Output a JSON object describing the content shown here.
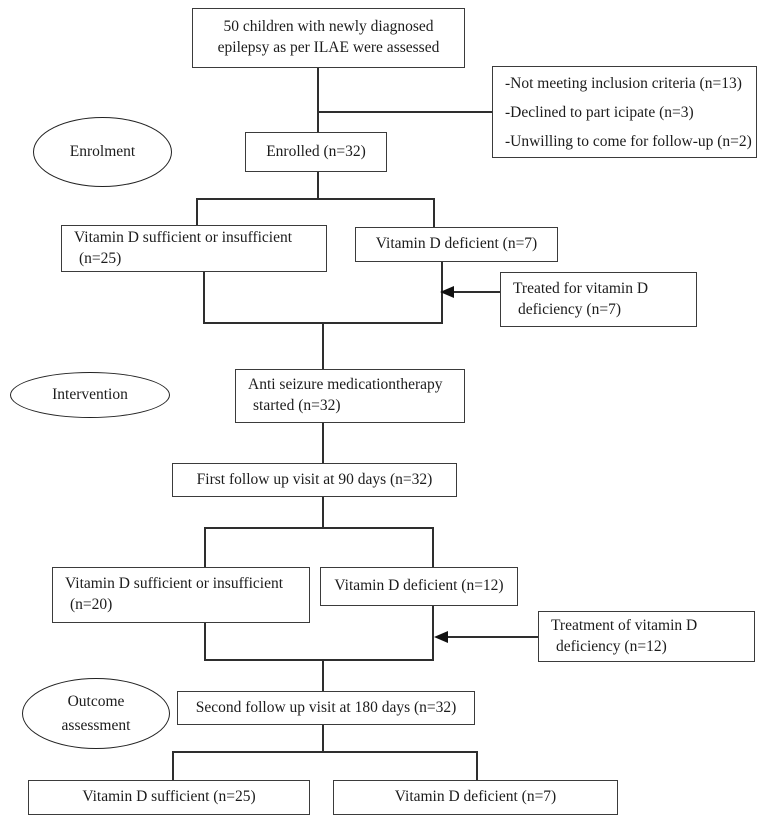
{
  "diagram": {
    "type": "study-flow-diagram",
    "colors": {
      "border": "#3b3b3b",
      "line": "#2e2e2e",
      "background": "#ffffff",
      "text": "#1c1c1c"
    },
    "nodes": {
      "assessed_box": {
        "line1": "50 children with newly diagnosed",
        "line2": "epilepsy as per ILAE were assessed"
      },
      "exclusion_box": {
        "line1": "-Not meeting inclusion criteria (n=13)",
        "line2": "-Declined to part icipate (n=3)",
        "line3": "-Unwilling to come for follow-up (n=2)"
      },
      "enrolment_ellipse": {
        "label": "Enrolment"
      },
      "enrolled_box": {
        "label": "Enrolled (n=32)"
      },
      "row1_left_box": {
        "line1": "Vitamin D sufficient or insufficient",
        "line2": "(n=25)"
      },
      "row1_right_box": {
        "label": "Vitamin D deficient (n=7)"
      },
      "treated_box": {
        "line1": "Treated for vitamin D",
        "line2": "deficiency (n=7)"
      },
      "intervention_ellipse": {
        "label": "Intervention"
      },
      "antiseizure_box": {
        "line1": "Anti seizure medicationtherapy",
        "line2": "started (n=32)"
      },
      "followup1_box": {
        "label": "First follow up visit at 90 days (n=32)"
      },
      "row2_left_box": {
        "line1": "Vitamin D sufficient or insufficient",
        "line2": "(n=20)"
      },
      "row2_right_box": {
        "label": "Vitamin D deficient (n=12)"
      },
      "treatment2_box": {
        "line1": "Treatment of vitamin D",
        "line2": "deficiency (n=12)"
      },
      "outcome_ellipse": {
        "line1": "Outcome",
        "line2": "assessment"
      },
      "followup2_box": {
        "label": "Second follow up visit at 180 days (n=32)"
      },
      "final_left_box": {
        "label": "Vitamin D sufficient (n=25)"
      },
      "final_right_box": {
        "label": "Vitamin D deficient (n=7)"
      }
    }
  }
}
